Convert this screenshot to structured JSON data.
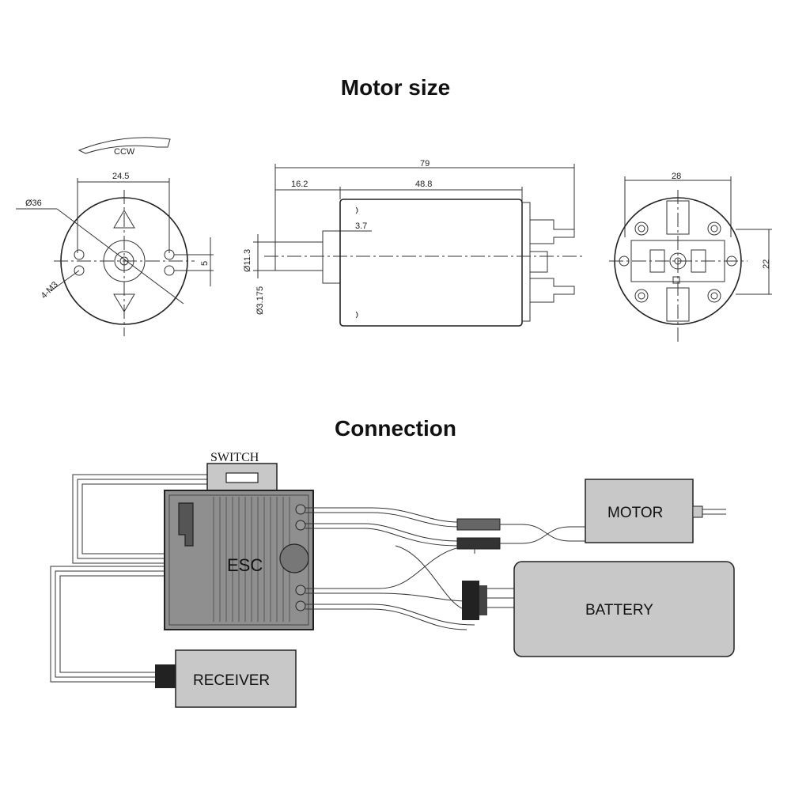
{
  "titles": {
    "motor_size": "Motor size",
    "connection": "Connection"
  },
  "front_view": {
    "rotation": "CCW",
    "dim_width": "24.5",
    "dim_diameter": "Ø36",
    "dim_holes": "4-M3",
    "dim_spacing": "5"
  },
  "side_view": {
    "dim_total": "79",
    "dim_shaft": "16.2",
    "dim_body": "48.8",
    "dim_boss": "3.7",
    "dim_boss_dia": "Ø11.3",
    "dim_shaft_dia": "Ø3.175"
  },
  "rear_view": {
    "dim_width": "28",
    "dim_height": "22"
  },
  "connection": {
    "switch": "SWITCH",
    "esc": "ESC",
    "motor": "MOTOR",
    "battery": "BATTERY",
    "receiver": "RECEIVER"
  },
  "colors": {
    "box_fill": "#c8c8c8",
    "esc_fill": "#8f8f8f",
    "line": "#222222"
  }
}
